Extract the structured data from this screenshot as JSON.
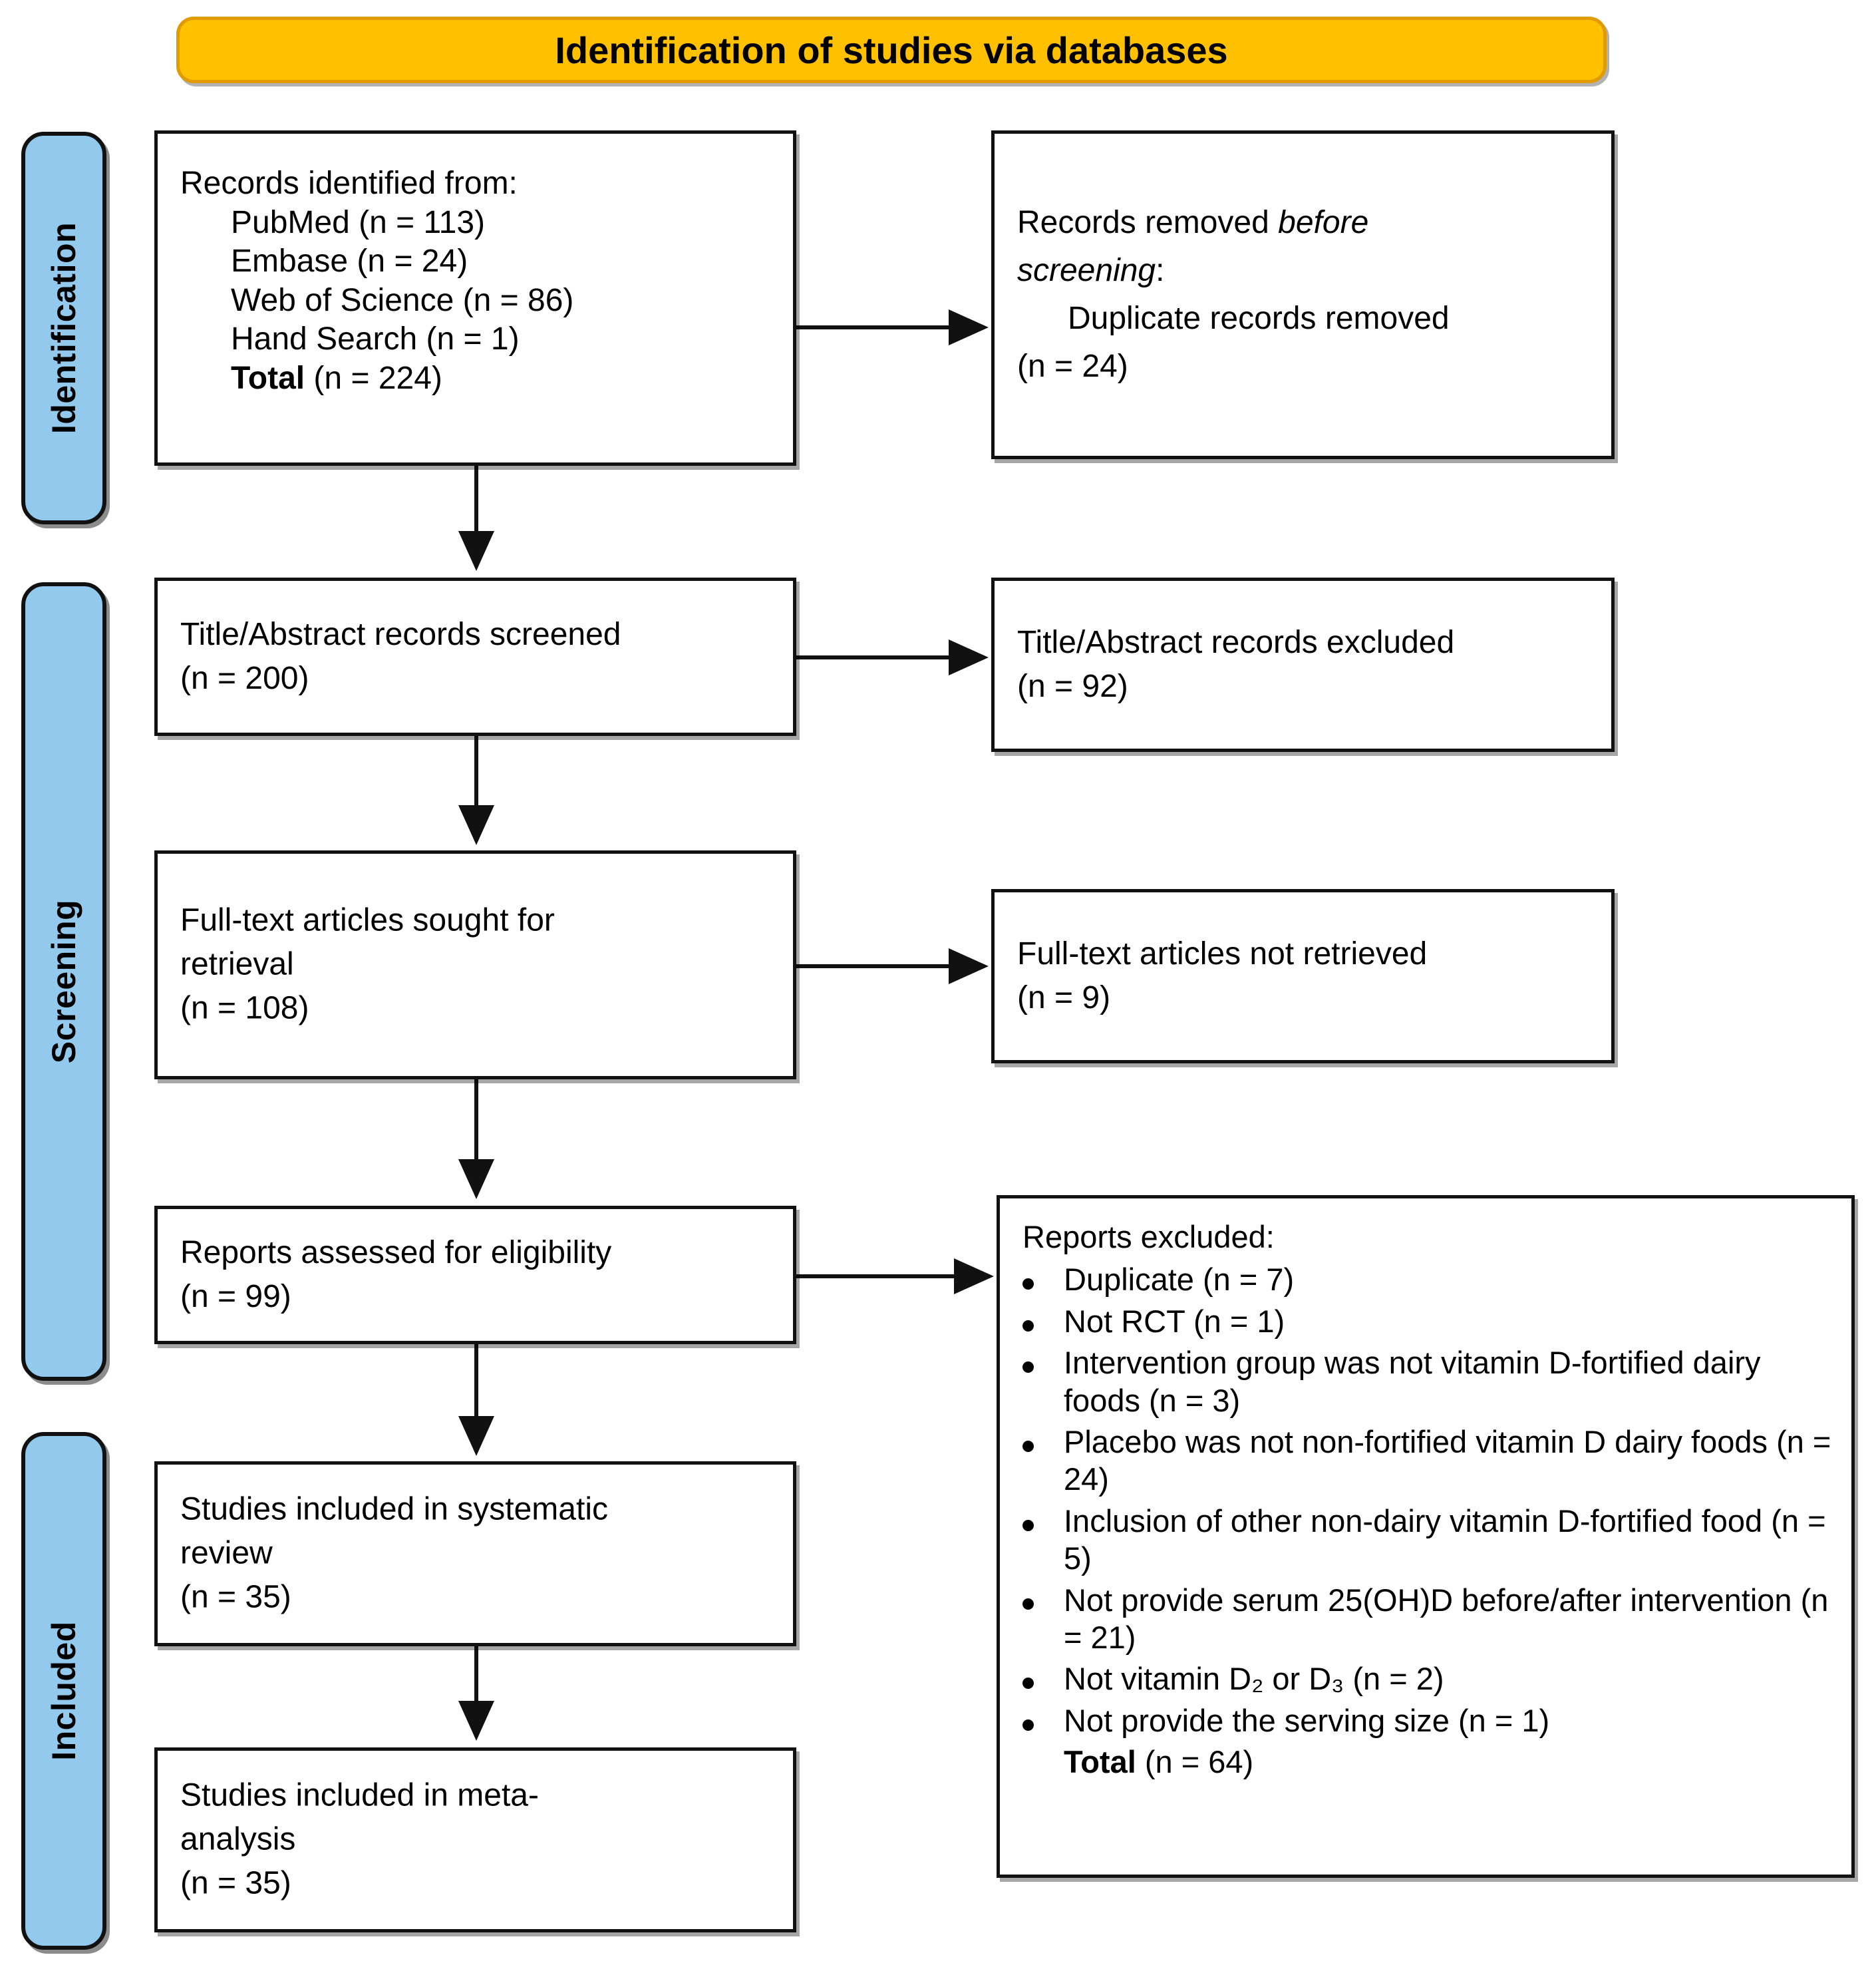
{
  "banner": {
    "title": "Identification of studies via databases",
    "color": "#FFC000",
    "border_color": "#E09B00"
  },
  "phases": [
    {
      "label": "Identification"
    },
    {
      "label": "Screening"
    },
    {
      "label": "Included"
    }
  ],
  "phase_color": "#92C9EC",
  "boxes": {
    "records_identified": {
      "heading": "Records identified from:",
      "sources": [
        "PubMed (n = 113)",
        "Embase (n = 24)",
        "Web of Science (n = 86)",
        "Hand Search (n = 1)"
      ],
      "total_label": "Total",
      "total_value": " (n = 224)"
    },
    "records_removed": {
      "line1_plain": "Records removed ",
      "line1_italic": "before",
      "line2_italic": "screening",
      "line2_plain": ":",
      "detail": "Duplicate records removed",
      "count": "(n = 24)"
    },
    "title_abstract_screened": {
      "line1": "Title/Abstract records screened",
      "line2": "(n = 200)"
    },
    "title_abstract_excluded": {
      "line1": "Title/Abstract records excluded",
      "line2": "(n = 92)"
    },
    "fulltext_sought": {
      "line1": "Full-text articles sought for",
      "line2": "retrieval",
      "line3": "(n = 108)"
    },
    "fulltext_not_retrieved": {
      "line1": "Full-text articles not retrieved",
      "line2": "(n = 9)"
    },
    "reports_assessed": {
      "line1": "Reports assessed for eligibility",
      "line2": "(n = 99)"
    },
    "reports_excluded": {
      "heading": "Reports excluded:",
      "items": [
        "Duplicate (n = 7)",
        "Not RCT (n = 1)",
        "Intervention group was not vitamin D-fortified dairy foods (n = 3)",
        "Placebo was not non-fortified vitamin D dairy foods (n = 24)",
        "Inclusion of other non-dairy vitamin D-fortified food (n = 5)",
        "Not provide serum 25(OH)D before/after intervention (n = 21)",
        "Not vitamin D₂ or D₃ (n = 2)",
        "Not provide the serving size (n = 1)"
      ],
      "total_label": "Total",
      "total_value": " (n = 64)"
    },
    "studies_systematic": {
      "line1": "Studies included in systematic",
      "line2": "review",
      "line3": "(n = 35)"
    },
    "studies_meta": {
      "line1": "Studies included in meta-",
      "line2": "analysis",
      "line3": "(n = 35)"
    }
  }
}
